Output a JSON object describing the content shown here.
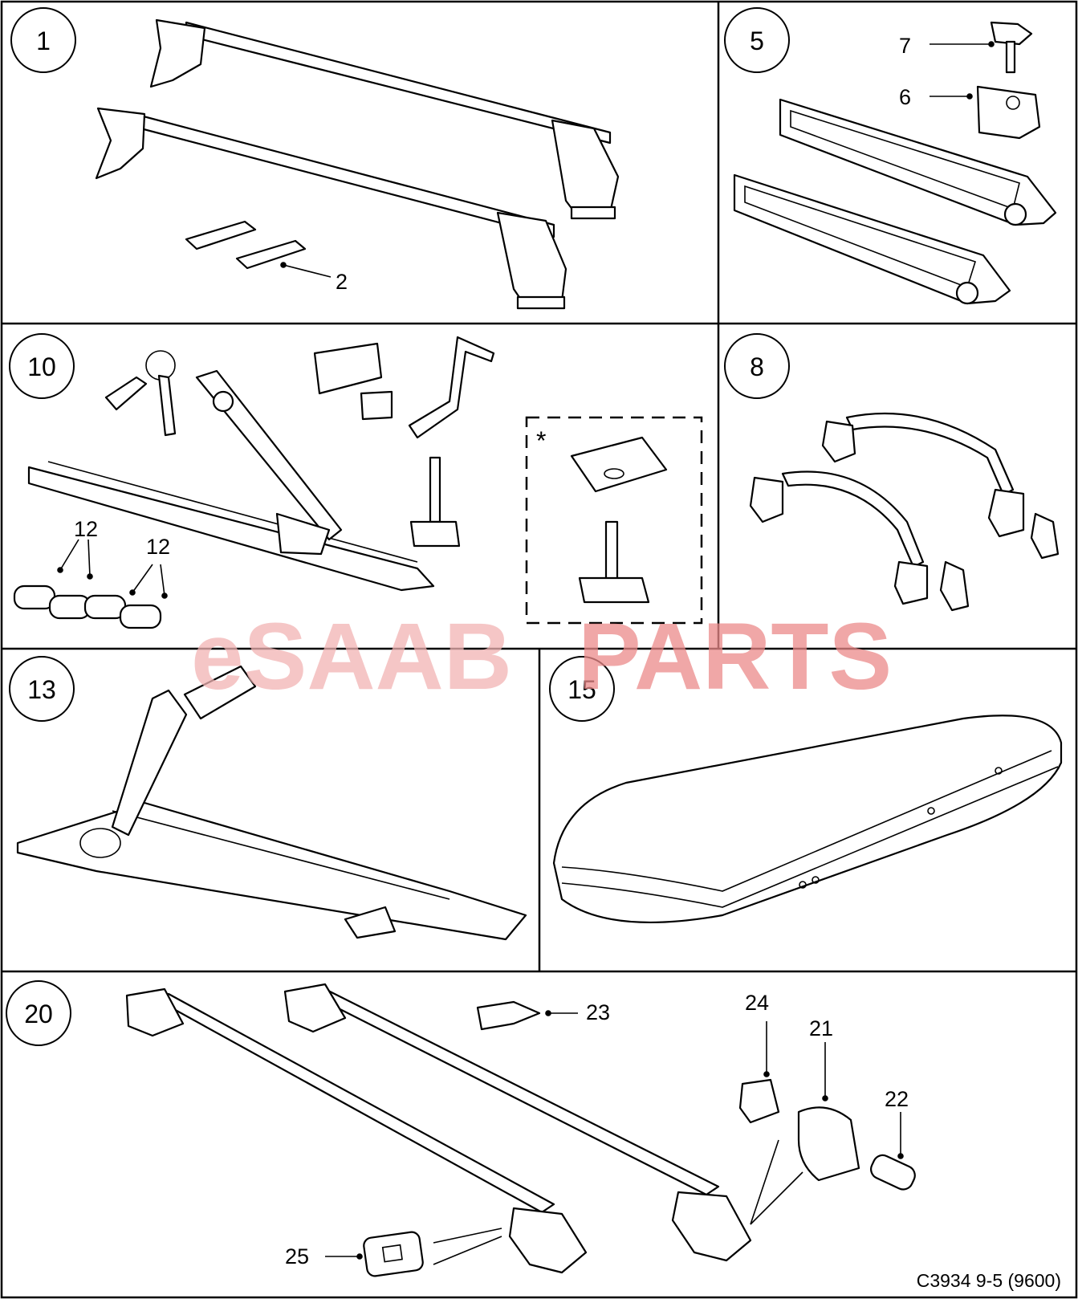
{
  "watermark": {
    "part1": "eSAAB",
    "part2": "PARTS",
    "color1": "#f2b4b4",
    "color2": "#ec8a8a"
  },
  "panels": [
    {
      "id": "p1",
      "number": "1"
    },
    {
      "id": "p5",
      "number": "5"
    },
    {
      "id": "p10",
      "number": "10"
    },
    {
      "id": "p8",
      "number": "8"
    },
    {
      "id": "p13",
      "number": "13"
    },
    {
      "id": "p15",
      "number": "15"
    },
    {
      "id": "p20",
      "number": "20"
    }
  ],
  "callouts": {
    "c2": "2",
    "c7": "7",
    "c6": "6",
    "c12a": "12",
    "c12b": "12",
    "c23": "23",
    "c24": "24",
    "c21": "21",
    "c22": "22",
    "c25": "25"
  },
  "asterisk": "*",
  "drawing_code": "C3934 9-5 (9600)"
}
